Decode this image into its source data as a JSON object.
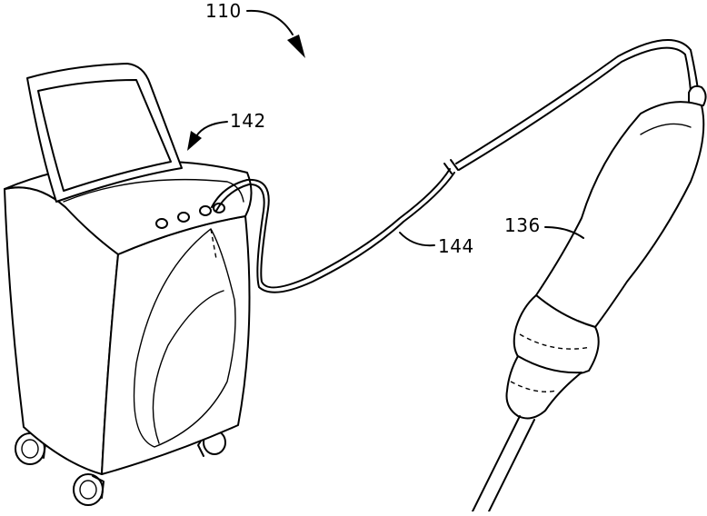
{
  "labels": {
    "system": "110",
    "console": "142",
    "cable": "144",
    "probe": "136"
  }
}
